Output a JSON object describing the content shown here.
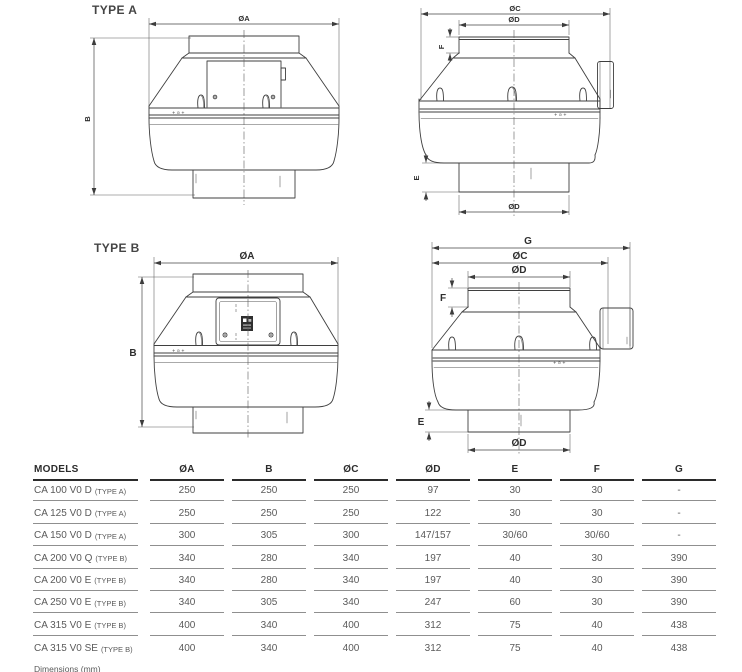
{
  "diagrams": {
    "type_a_label": "TYPE A",
    "type_b_label": "TYPE B",
    "fastener_marks": "+ ⊙ +",
    "a_front": {
      "dia_a": "ØA",
      "b": "B"
    },
    "a_side": {
      "dia_c": "ØC",
      "dia_d_top": "ØD",
      "f": "F",
      "e": "E",
      "dia_d_bottom": "ØD"
    },
    "b_front": {
      "dia_a": "ØA",
      "b": "B"
    },
    "b_side": {
      "g": "G",
      "dia_c": "ØC",
      "dia_d_top": "ØD",
      "f": "F",
      "e": "E",
      "dia_d_bottom": "ØD"
    }
  },
  "table": {
    "headers": [
      "MODELS",
      "ØA",
      "B",
      "ØC",
      "ØD",
      "E",
      "F",
      "G"
    ],
    "rows": [
      {
        "model": "CA 100 V0 D",
        "type": "(TYPE A)",
        "values": [
          "250",
          "250",
          "250",
          "97",
          "30",
          "30",
          "-"
        ]
      },
      {
        "model": "CA 125 V0 D",
        "type": "(TYPE A)",
        "values": [
          "250",
          "250",
          "250",
          "122",
          "30",
          "30",
          "-"
        ]
      },
      {
        "model": "CA 150 V0 D",
        "type": "(TYPE A)",
        "values": [
          "300",
          "305",
          "300",
          "147/157",
          "30/60",
          "30/60",
          "-"
        ]
      },
      {
        "model": "CA 200 V0 Q",
        "type": "(TYPE B)",
        "values": [
          "340",
          "280",
          "340",
          "197",
          "40",
          "30",
          "390"
        ]
      },
      {
        "model": "CA 200 V0 E",
        "type": "(TYPE B)",
        "values": [
          "340",
          "280",
          "340",
          "197",
          "40",
          "30",
          "390"
        ]
      },
      {
        "model": "CA 250 V0 E",
        "type": "(TYPE B)",
        "values": [
          "340",
          "305",
          "340",
          "247",
          "60",
          "30",
          "390"
        ]
      },
      {
        "model": "CA 315 V0 E",
        "type": "(TYPE B)",
        "values": [
          "400",
          "340",
          "400",
          "312",
          "75",
          "40",
          "438"
        ]
      },
      {
        "model": "CA 315 V0 SE",
        "type": "(TYPE B)",
        "values": [
          "400",
          "340",
          "400",
          "312",
          "75",
          "40",
          "438"
        ]
      }
    ],
    "footnote": "Dimensions (mm)"
  }
}
